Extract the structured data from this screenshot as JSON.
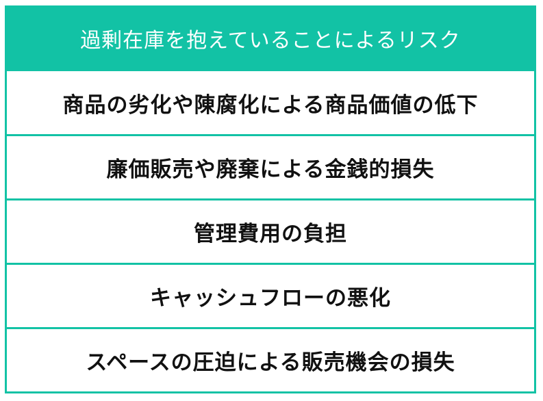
{
  "table": {
    "title": "過剰在庫を抱えていることによるリスク",
    "accent_color": "#12c2a5",
    "rows": [
      {
        "label": "商品の劣化や陳腐化による商品価値の低下"
      },
      {
        "label": "廉価販売や廃棄による金銭的損失"
      },
      {
        "label": "管理費用の負担"
      },
      {
        "label": "キャッシュフローの悪化"
      },
      {
        "label": "スペースの圧迫による販売機会の損失"
      }
    ]
  }
}
